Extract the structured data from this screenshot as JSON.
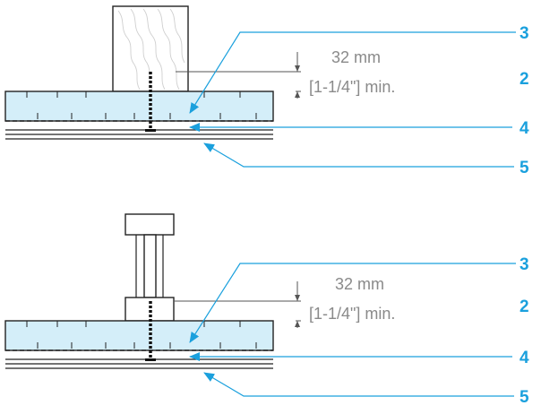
{
  "colors": {
    "accent": "#1aa0dd",
    "board_fill": "#d4eef9",
    "line": "#222222",
    "dim_text": "#8a8a8a"
  },
  "icons": {
    "wood_grain": "wood-stud-grain",
    "screw": "screw-fastener",
    "arrow": "callout-arrowhead"
  },
  "top_detail": {
    "dimension": {
      "metric": "32 mm",
      "imperial": "[1-1/4\"] min."
    },
    "callouts": [
      "3",
      "2",
      "4",
      "5"
    ]
  },
  "bottom_detail": {
    "dimension": {
      "metric": "32 mm",
      "imperial": "[1-1/4\"] min."
    },
    "callouts": [
      "3",
      "2",
      "4",
      "5"
    ]
  }
}
